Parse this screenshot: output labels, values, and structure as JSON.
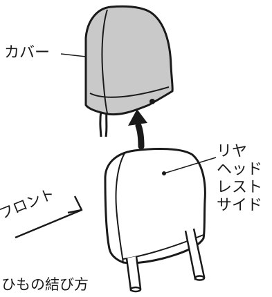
{
  "labels": {
    "cover": "カバー",
    "rear_side": [
      "リヤ",
      "ヘッド",
      "レスト",
      "サイド"
    ],
    "front": "フロント",
    "tie_method": "ひもの結び方"
  },
  "colors": {
    "cover_fill": "#c9c9c9",
    "headrest_fill": "#ffffff",
    "line": "#1a1a1a"
  }
}
